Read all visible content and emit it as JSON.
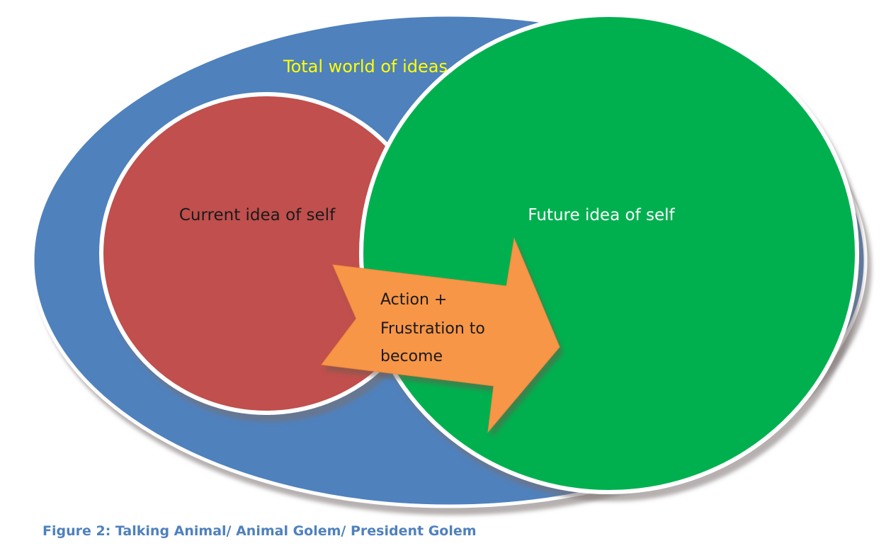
{
  "labels": {
    "outer": "Total world of ideas",
    "current": "Current idea of self",
    "future": "Future idea of self",
    "arrow_lines": [
      "Action +",
      "Frustration to",
      "become"
    ]
  },
  "caption": "Figure 2: Talking Animal/ Animal Golem/ President Golem",
  "colors": {
    "outer_ellipse": "#4f81bd",
    "current_circle": "#c0504d",
    "future_circle": "#00b050",
    "arrow": "#f79646",
    "outer_label_text": "#ffff00",
    "caption_text": "#4f81bd"
  }
}
